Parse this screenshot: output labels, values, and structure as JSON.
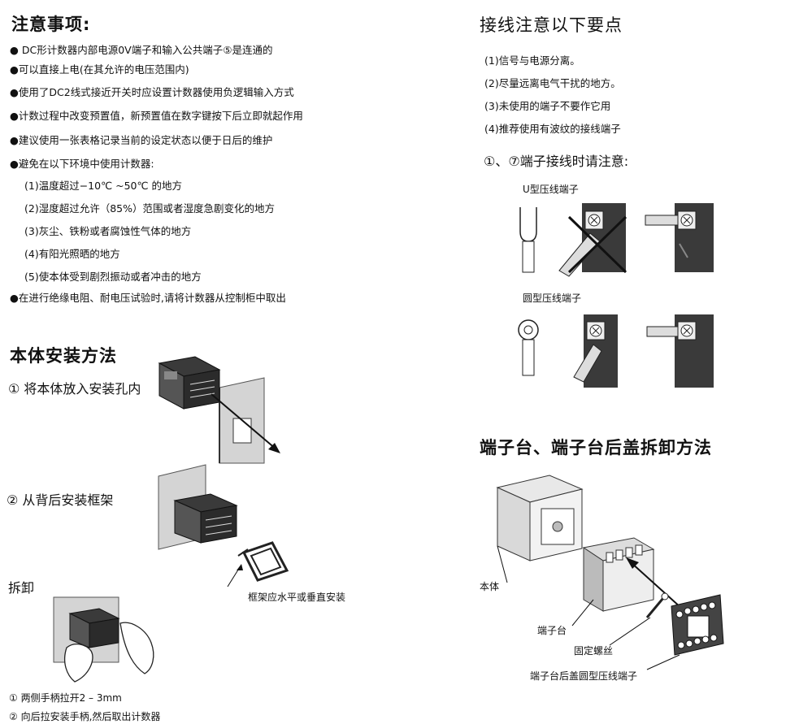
{
  "left": {
    "notes_title": "注意事项:",
    "notes": [
      "● DC形计数器内部电源0V端子和输入公共端子⑤是连通的",
      "●可以直接上电(在其允许的电压范围内)",
      "●使用了DC2线式接近开关时应设置计数器使用负逻辑输入方式",
      "●计数过程中改变预置值，新预置值在数字键按下后立即就起作用",
      "●建议使用一张表格记录当前的设定状态以便于日后的维护",
      "●避免在以下环境中使用计数器:"
    ],
    "env_items": [
      "(1)温度超过−10℃ ~50℃ 的地方",
      "(2)湿度超过允许（85%）范围或者湿度急剧变化的地方",
      "(3)灰尘、铁粉或者腐蚀性气体的地方",
      "(4)有阳光照晒的地方",
      "(5)使本体受到剧烈振动或者冲击的地方"
    ],
    "last_note": "●在进行绝缘电阻、耐电压试验时,请将计数器从控制柜中取出",
    "install_title": "本体安装方法",
    "step1": "① 将本体放入安装孔内",
    "step2": "② 从背后安装框架",
    "frame_note": "框架应水平或垂直安装",
    "remove_title": "拆卸",
    "remove_steps": [
      "① 两侧手柄拉开2 – 3mm",
      "② 向后拉安装手柄,然后取出计数器"
    ]
  },
  "right": {
    "wiring_title": "接线注意以下要点",
    "wiring_items": [
      "(1)信号与电源分离。",
      "(2)尽量远离电气干扰的地方。",
      "(3)未使用的端子不要作它用",
      "(4)推荐使用有波纹的接线端子"
    ],
    "terminal_title": "①、⑦端子接线时请注意:",
    "u_label": "U型压线端子",
    "ring_label": "圆型压线端子",
    "remove_title": "端子台、端子台后盖拆卸方法",
    "labels": {
      "body": "本体",
      "block": "端子台",
      "screw": "固定螺丝",
      "cover": "端子台后盖圆型压线端子"
    }
  }
}
